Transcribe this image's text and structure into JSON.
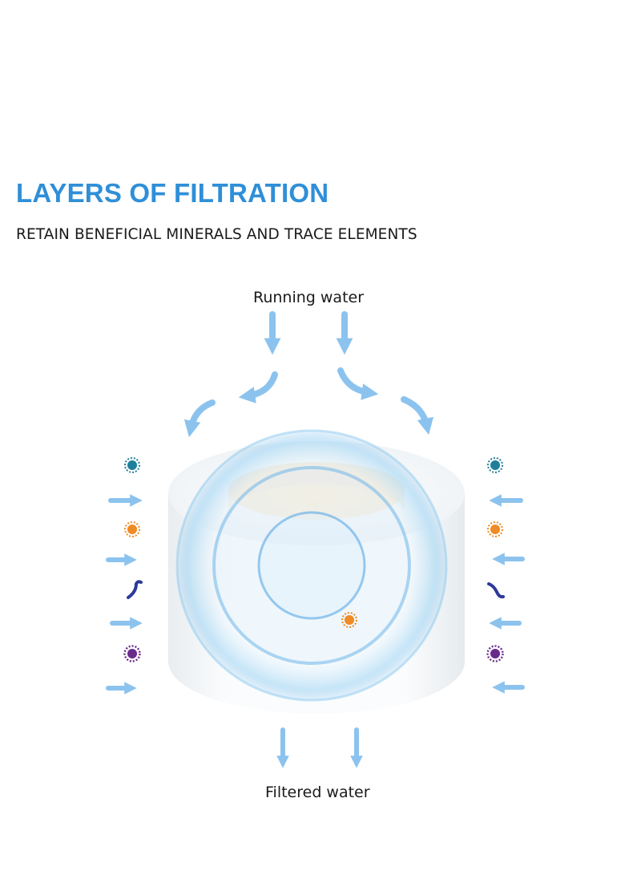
{
  "header": {
    "title": "LAYERS OF FILTRATION",
    "subtitle": "RETAIN BENEFICIAL MINERALS AND TRACE ELEMENTS"
  },
  "diagram": {
    "inflow_label": "Running water",
    "outflow_label": "Filtered water"
  },
  "colors": {
    "title": "#2f8fd8",
    "arrow": "#8cc3ee",
    "ring": "#6fb6ea",
    "particle_teal": "#1f7f9a",
    "particle_orange": "#f08a24",
    "particle_navy": "#2d3a9a",
    "particle_purple": "#6a2a8c"
  }
}
